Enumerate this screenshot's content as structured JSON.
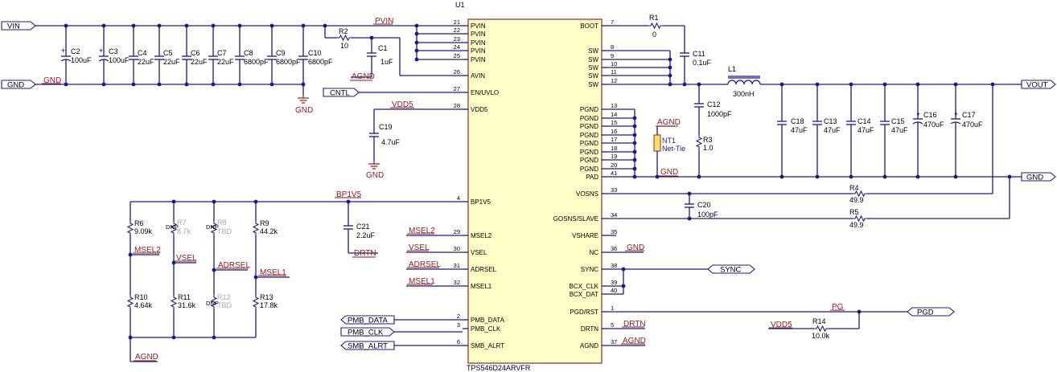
{
  "ic": {
    "ref": "U1",
    "part": "TPS546D24ARVFR",
    "left_pins": [
      {
        "num": "21",
        "name": "PVIN"
      },
      {
        "num": "22",
        "name": "PVIN"
      },
      {
        "num": "23",
        "name": "PVIN"
      },
      {
        "num": "24",
        "name": "PVIN"
      },
      {
        "num": "25",
        "name": "PVIN"
      },
      {
        "num": "26",
        "name": "AVIN"
      },
      {
        "num": "27",
        "name": "EN/UVLO"
      },
      {
        "num": "28",
        "name": "VDD5"
      },
      {
        "num": "4",
        "name": "BP1V5"
      },
      {
        "num": "29",
        "name": "MSEL2"
      },
      {
        "num": "30",
        "name": "VSEL"
      },
      {
        "num": "31",
        "name": "ADRSEL"
      },
      {
        "num": "32",
        "name": "MSEL1"
      },
      {
        "num": "2",
        "name": "PMB_DATA"
      },
      {
        "num": "3",
        "name": "PMB_CLK"
      },
      {
        "num": "6",
        "name": "SMB_ALRT"
      }
    ],
    "right_pins": [
      {
        "num": "7",
        "name": "BOOT"
      },
      {
        "num": "8",
        "name": "SW"
      },
      {
        "num": "9",
        "name": "SW"
      },
      {
        "num": "10",
        "name": "SW"
      },
      {
        "num": "11",
        "name": "SW"
      },
      {
        "num": "12",
        "name": "SW"
      },
      {
        "num": "13",
        "name": "PGND"
      },
      {
        "num": "14",
        "name": "PGND"
      },
      {
        "num": "15",
        "name": "PGND"
      },
      {
        "num": "16",
        "name": "PGND"
      },
      {
        "num": "17",
        "name": "PGND"
      },
      {
        "num": "18",
        "name": "PGND"
      },
      {
        "num": "19",
        "name": "PGND"
      },
      {
        "num": "20",
        "name": "PGND"
      },
      {
        "num": "41",
        "name": "PAD"
      },
      {
        "num": "33",
        "name": "VOSNS"
      },
      {
        "num": "34",
        "name": "GOSNS/SLAVE"
      },
      {
        "num": "35",
        "name": "VSHARE"
      },
      {
        "num": "36",
        "name": "NC"
      },
      {
        "num": "38",
        "name": "SYNC"
      },
      {
        "num": "39",
        "name": "BCX_CLK"
      },
      {
        "num": "40",
        "name": "BCX_DAT"
      },
      {
        "num": "1",
        "name": "PGD/RST"
      },
      {
        "num": "5",
        "name": "DRTN"
      },
      {
        "num": "37",
        "name": "AGND"
      }
    ]
  },
  "ports": {
    "vin": "VIN",
    "gnd_left": "GND",
    "cntl": "CNTL",
    "vout": "VOUT",
    "gnd_right": "GND",
    "sync": "SYNC",
    "pgd": "PGD",
    "pmb_data": "PMB_DATA",
    "pmb_clk": "PMB_CLK",
    "smb_alrt": "SMB_ALRT"
  },
  "nets": {
    "pvin": "PVIN",
    "gnd": "GND",
    "agnd": "AGND",
    "vdd5": "VDD5",
    "bp1v5": "BP1V5",
    "drtn": "DRTN",
    "msel2": "MSEL2",
    "vsel": "VSEL",
    "adrsel": "ADRSEL",
    "msel1": "MSEL1",
    "pg": "PG"
  },
  "components": {
    "c2": [
      "C2",
      "100uF"
    ],
    "c3": [
      "C3",
      "100uF"
    ],
    "c4": [
      "C4",
      "22uF"
    ],
    "c5": [
      "C5",
      "22uF"
    ],
    "c6": [
      "C6",
      "22uF"
    ],
    "c7": [
      "C7",
      "22uF"
    ],
    "c8": [
      "C8",
      "6800pF"
    ],
    "c9": [
      "C9",
      "6800pF"
    ],
    "c10": [
      "C10",
      "6800pF"
    ],
    "r2": [
      "R2",
      "10"
    ],
    "c1": [
      "C1",
      "1uF"
    ],
    "c19": [
      "C19",
      "4.7uF"
    ],
    "c21": [
      "C21",
      "2.2uF"
    ],
    "r1": [
      "R1",
      "0"
    ],
    "c11": [
      "C11",
      "0.1uF"
    ],
    "l1": [
      "L1",
      "300nH"
    ],
    "c12": [
      "C12",
      "1000pF"
    ],
    "r3": [
      "R3",
      "1.0"
    ],
    "nt1": [
      "NT1",
      "Net-Tie"
    ],
    "c18": [
      "C18",
      "47uF"
    ],
    "c13": [
      "C13",
      "47uF"
    ],
    "c14": [
      "C14",
      "47uF"
    ],
    "c15": [
      "C15",
      "47uF"
    ],
    "c16": [
      "C16",
      "470uF"
    ],
    "c17": [
      "C17",
      "470uF"
    ],
    "r4": [
      "R4",
      "49.9"
    ],
    "r5": [
      "R5",
      "49.9"
    ],
    "c20": [
      "C20",
      "100pF"
    ],
    "r14": [
      "R14",
      "10.0k"
    ],
    "r6": [
      "R6",
      "9.09k"
    ],
    "r7": [
      "R7",
      "8.7k"
    ],
    "r8": [
      "R8",
      "TBD"
    ],
    "r9": [
      "R9",
      "44.2k"
    ],
    "r10": [
      "R10",
      "4.64k"
    ],
    "r11": [
      "R11",
      "31.6k"
    ],
    "r12": [
      "R12",
      "TBD"
    ],
    "r13": [
      "R13",
      "17.8k"
    ]
  },
  "dnp": "DNP",
  "polarity": "+"
}
